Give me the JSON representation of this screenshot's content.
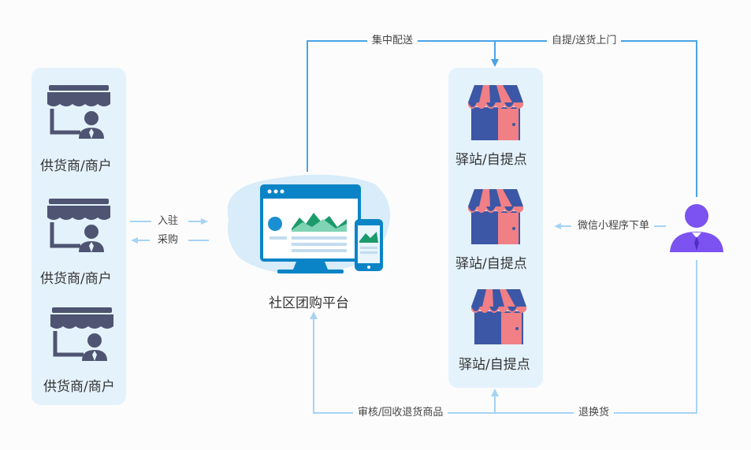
{
  "suppliers": {
    "items": [
      {
        "label": "供货商/商户"
      },
      {
        "label": "供货商/商户"
      },
      {
        "label": "供货商/商户"
      }
    ]
  },
  "platform": {
    "label": "社区团购平台"
  },
  "stations": {
    "items": [
      {
        "label": "驿站/自提点"
      },
      {
        "label": "驿站/自提点"
      },
      {
        "label": "驿站/自提点"
      }
    ]
  },
  "edges": {
    "settle_in": "入驻",
    "purchase": "采购",
    "central_delivery": "集中配送",
    "pickup_delivery": "自提/送货上门",
    "wechat_order": "微信小程序下单",
    "audit_return": "审核/回收退货商品",
    "return_exchange": "退换货"
  },
  "colors": {
    "panel_bg": "#e4f2fc",
    "line_dark": "#4aa3e6",
    "line_light": "#a6d3f3",
    "supplier_icon": "#4e5472",
    "station_blue": "#3b57a6",
    "station_red": "#f07f86",
    "user_purple": "#7c52f0"
  }
}
